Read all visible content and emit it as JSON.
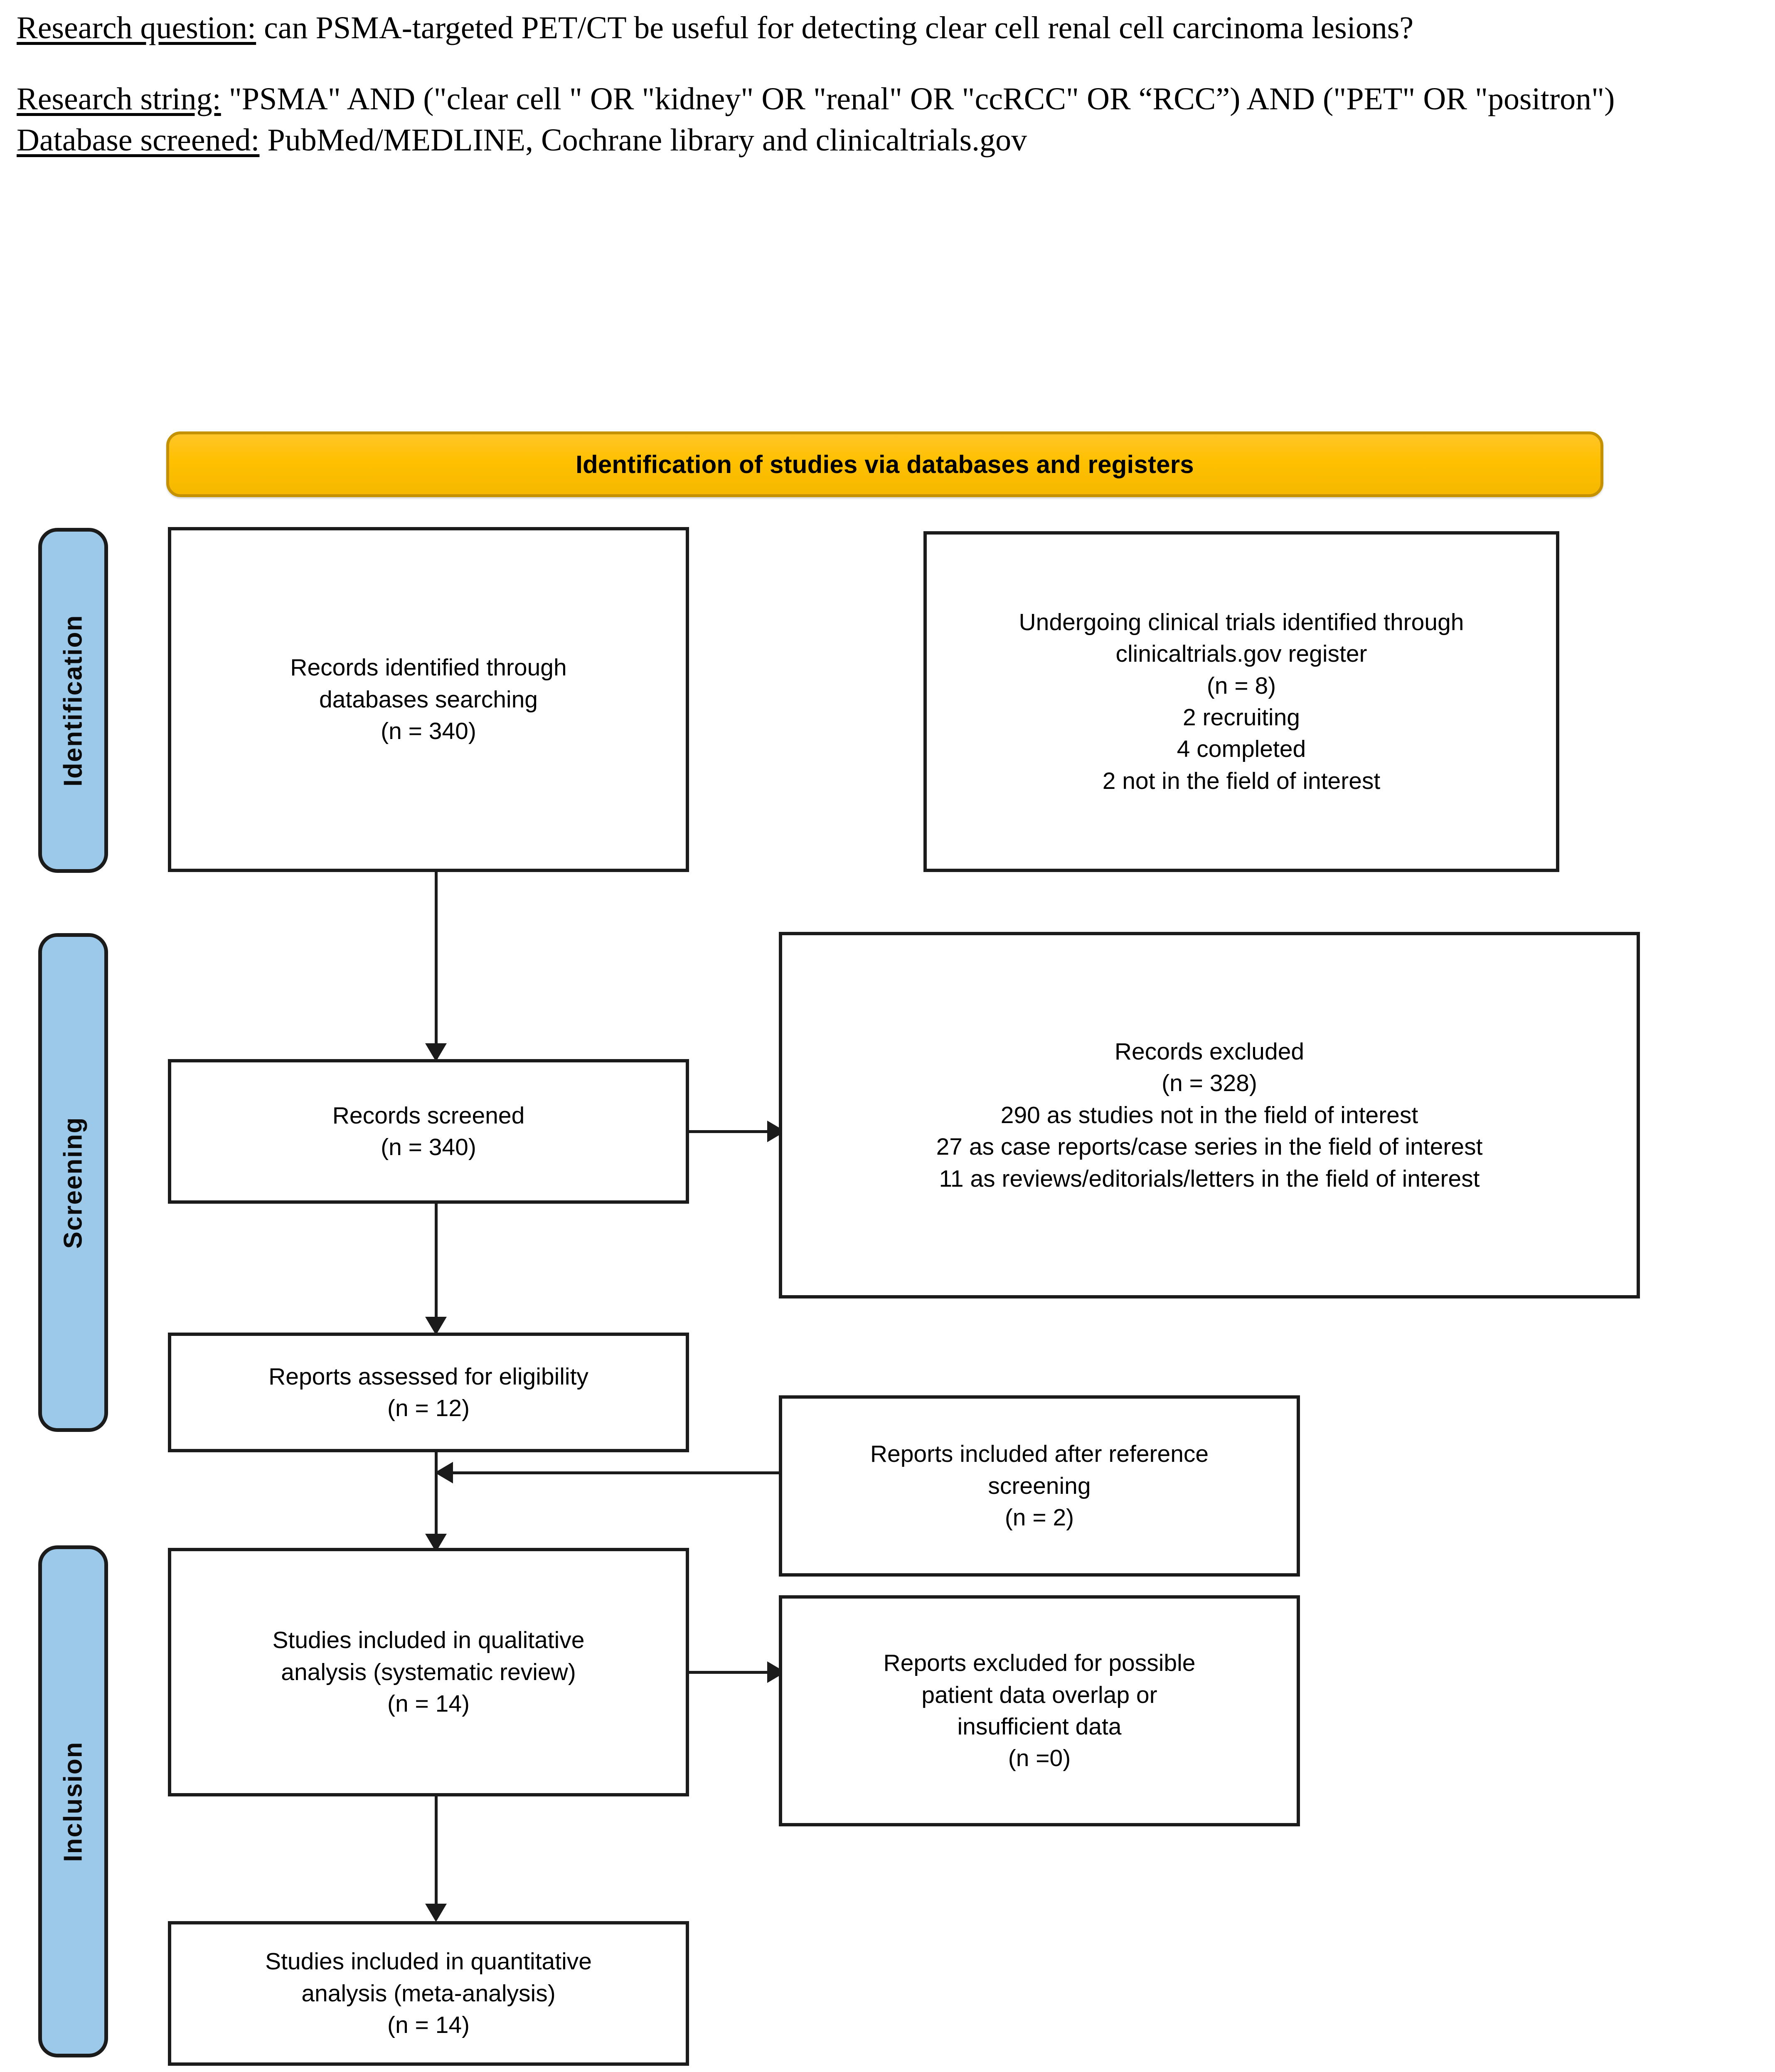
{
  "header": {
    "research_question_label": "Research question:",
    "research_question_text": " can PSMA-targeted PET/CT be useful for detecting clear cell renal cell carcinoma lesions?",
    "research_string_label": "Research string:",
    "research_string_text": " \"PSMA\" AND (\"clear cell \" OR \"kidney\" OR \"renal\" OR \"ccRCC\" OR “RCC”) AND (\"PET\" OR \"positron\")",
    "database_label": "Database screened:",
    "database_text": " PubMed/MEDLINE, Cochrane library and clinicaltrials.gov"
  },
  "colors": {
    "banner_fill": "#FFC000",
    "banner_border": "#C49100",
    "rail_fill": "#9CC9EA",
    "stroke": "#1B1B1B",
    "box_fill": "#FFFFFF"
  },
  "diagram": {
    "banner_label": "Identification of studies via databases and registers",
    "rails": [
      {
        "id": "identification",
        "label": "Identification"
      },
      {
        "id": "screening",
        "label": "Screening"
      },
      {
        "id": "inclusion",
        "label": "Inclusion"
      }
    ],
    "boxes": [
      {
        "id": "records-identified",
        "text": "Records identified through\ndatabases searching\n(n = 340)"
      },
      {
        "id": "clinical-trials-register",
        "text": "Undergoing clinical trials identified through\nclinicaltrials.gov register\n(n = 8)\n2 recruiting\n4 completed\n2 not in the field of interest"
      },
      {
        "id": "records-screened",
        "text": "Records screened\n(n = 340)"
      },
      {
        "id": "records-excluded",
        "text": "Records excluded\n(n = 328)\n290 as studies not in the field of interest\n27 as case reports/case series in the field of interest\n11 as reviews/editorials/letters in the field of interest"
      },
      {
        "id": "reports-assessed",
        "text": "Reports assessed for eligibility\n(n = 12)"
      },
      {
        "id": "reports-included-reference",
        "text": "Reports included after reference\nscreening\n(n = 2)"
      },
      {
        "id": "studies-qualitative",
        "text": "Studies included in qualitative\nanalysis (systematic review)\n(n = 14)"
      },
      {
        "id": "reports-excluded-overlap",
        "text": "Reports excluded for possible\npatient data overlap or\ninsufficient data\n(n =0)"
      },
      {
        "id": "studies-quantitative",
        "text": "Studies included in quantitative\nanalysis (meta-analysis)\n(n = 14)"
      }
    ]
  }
}
